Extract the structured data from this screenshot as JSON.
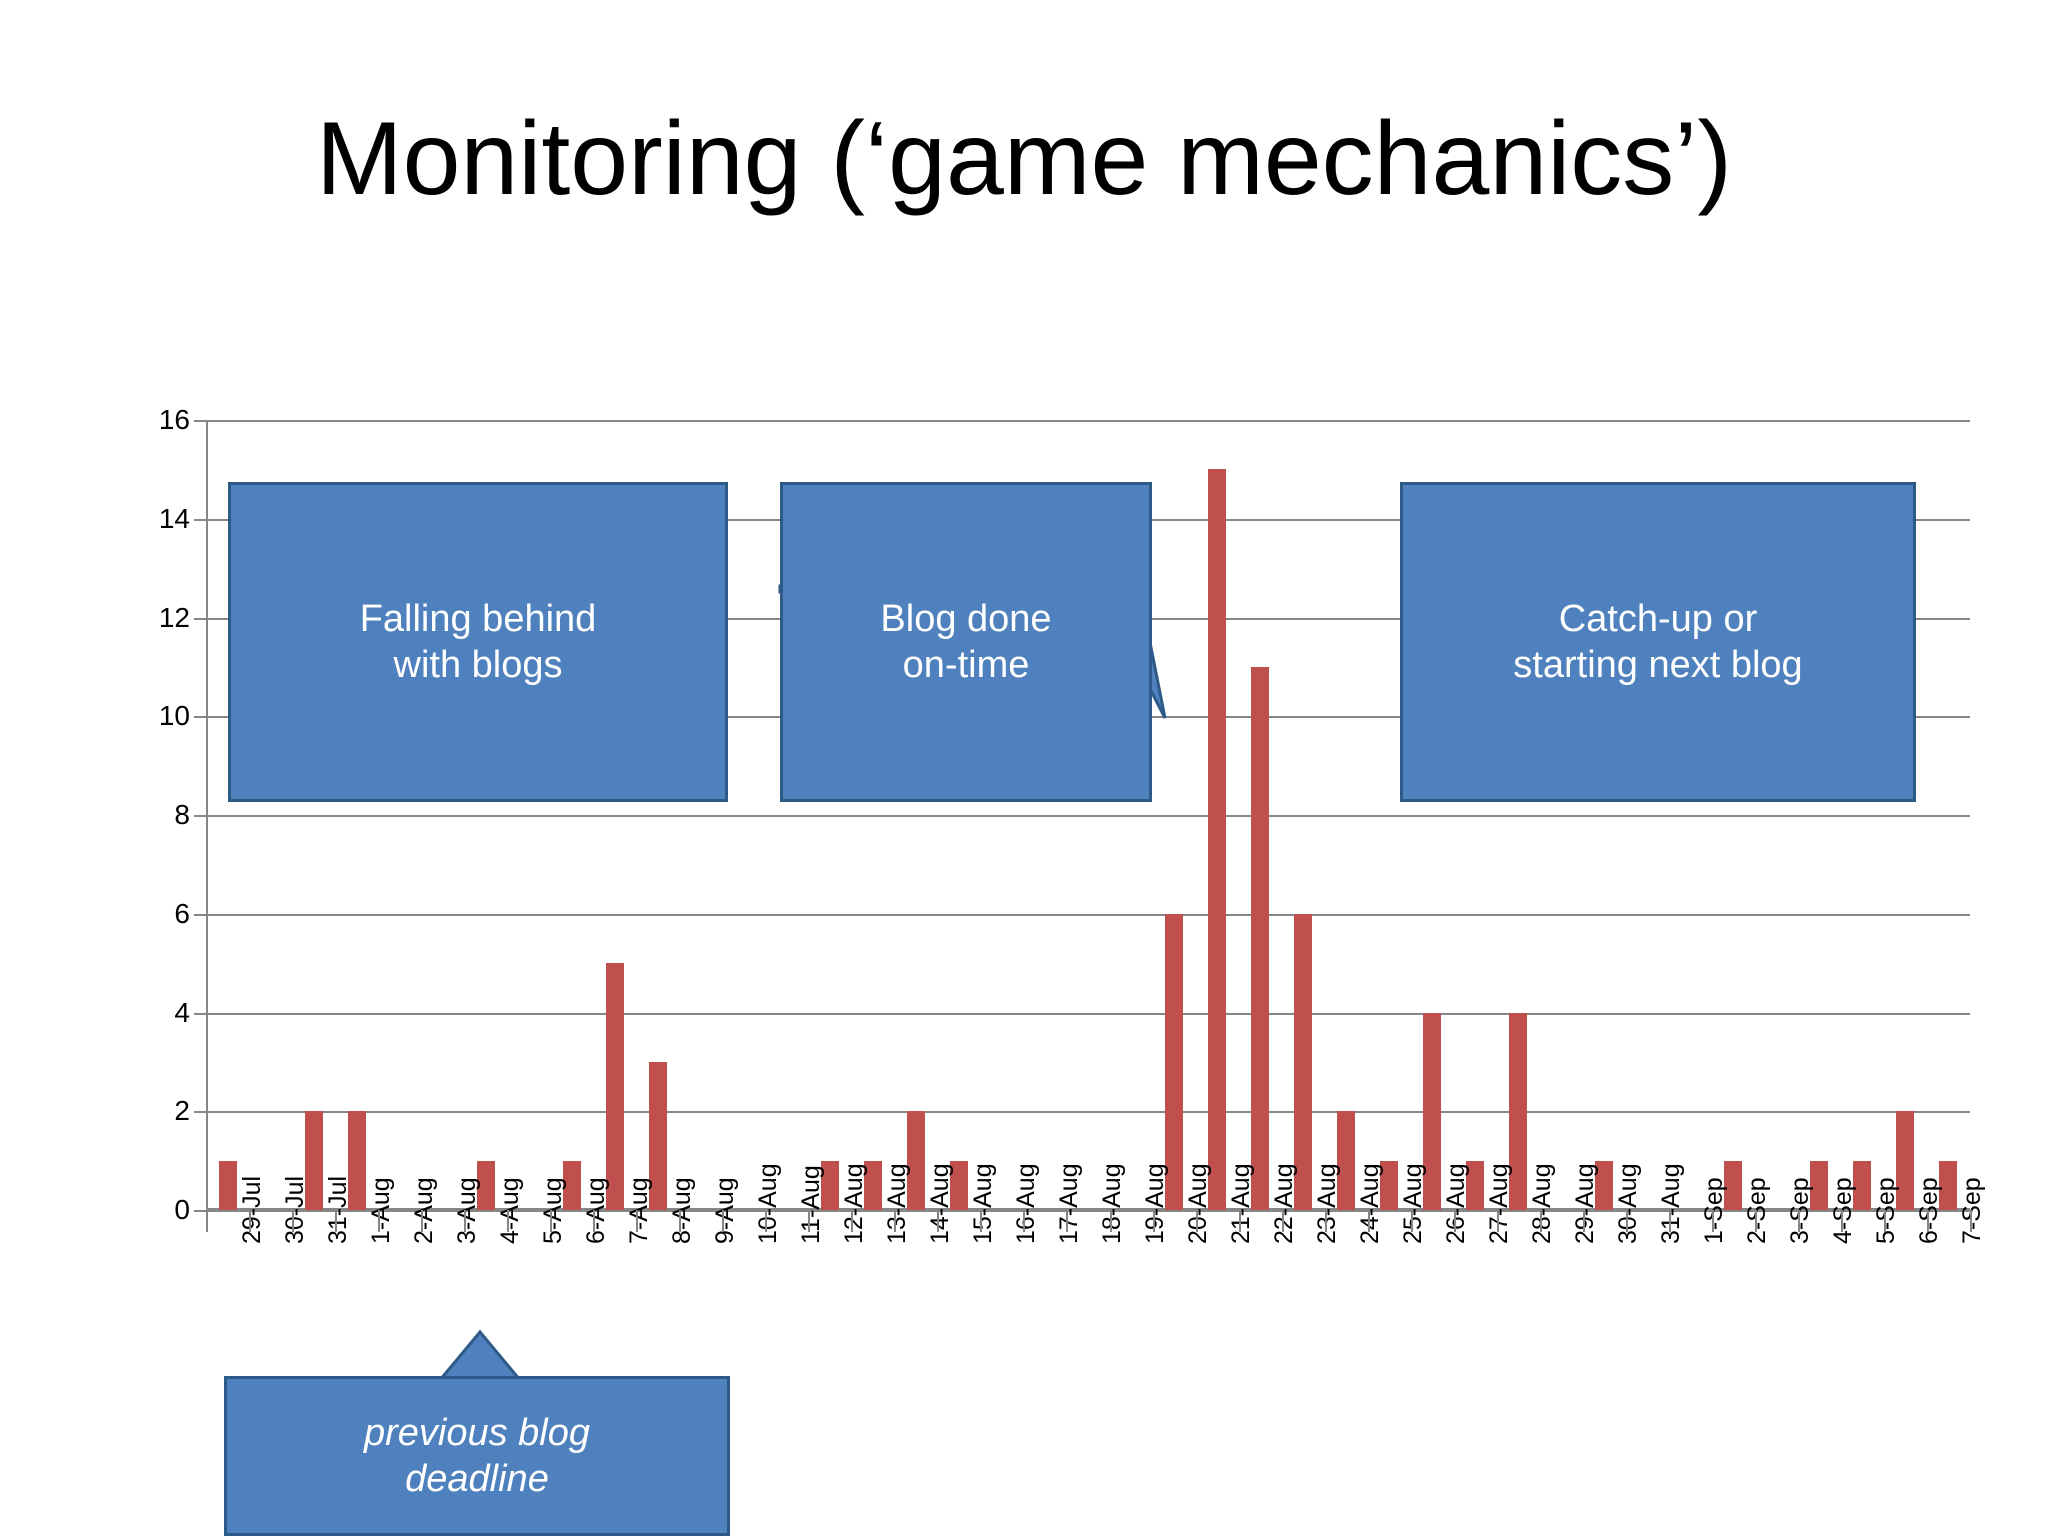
{
  "slide": {
    "title": "Monitoring (‘game mechanics’)"
  },
  "colors": {
    "bar": "#C0504D",
    "callout_fill": "#4E81BD",
    "callout_border": "#2E5A87",
    "gridline": "#868686",
    "text": "#000000",
    "callout_text": "#FFFFFF",
    "background": "#FFFFFF"
  },
  "callouts": [
    {
      "id": "falling-behind",
      "text": "Falling behind\nwith blogs",
      "line1": "Falling behind",
      "line2": "with blogs",
      "italic": false,
      "points_to": "7-Aug"
    },
    {
      "id": "blog-done-on-time",
      "text": "Blog done\non-time",
      "line1": "Blog done",
      "line2": "on-time",
      "italic": false,
      "points_to": "20-Aug"
    },
    {
      "id": "catch-up",
      "text": "Catch-up or\nstarting next blog",
      "line1": "Catch-up or",
      "line2": "starting next blog",
      "italic": false,
      "points_to": "30-Aug"
    },
    {
      "id": "previous-blog-deadline",
      "text": "previous blog\ndeadline",
      "line1": "previous blog",
      "line2": "deadline",
      "italic": true,
      "points_to": "7-Aug"
    }
  ],
  "chart_data": {
    "type": "bar",
    "title": "Monitoring (‘game mechanics’)",
    "xlabel": "",
    "ylabel": "",
    "ylim": [
      0,
      16
    ],
    "ytick_values": [
      0,
      2,
      4,
      6,
      8,
      10,
      12,
      14,
      16
    ],
    "ytick_labels": [
      "0",
      "2",
      "4",
      "6",
      "8",
      "10",
      "12",
      "14",
      "16"
    ],
    "grid": true,
    "legend": "none",
    "bar_color": "#C0504D",
    "categories": [
      "29-Jul",
      "30-Jul",
      "31-Jul",
      "1-Aug",
      "2-Aug",
      "3-Aug",
      "4-Aug",
      "5-Aug",
      "6-Aug",
      "7-Aug",
      "8-Aug",
      "9-Aug",
      "10-Aug",
      "11-Aug",
      "12-Aug",
      "13-Aug",
      "14-Aug",
      "15-Aug",
      "16-Aug",
      "17-Aug",
      "18-Aug",
      "19-Aug",
      "20-Aug",
      "21-Aug",
      "22-Aug",
      "23-Aug",
      "24-Aug",
      "25-Aug",
      "26-Aug",
      "27-Aug",
      "28-Aug",
      "29-Aug",
      "30-Aug",
      "31-Aug",
      "1-Sep",
      "2-Sep",
      "3-Sep",
      "4-Sep",
      "5-Sep",
      "6-Sep",
      "7-Sep"
    ],
    "values": [
      1,
      0,
      2,
      2,
      0,
      0,
      1,
      0,
      1,
      5,
      3,
      0,
      0,
      0,
      1,
      1,
      2,
      1,
      0,
      0,
      0,
      0,
      6,
      15,
      11,
      6,
      2,
      1,
      4,
      1,
      4,
      0,
      1,
      0,
      0,
      1,
      0,
      1,
      1,
      2,
      1
    ],
    "annotations": [
      {
        "label": "Falling behind with blogs",
        "target_category": "7-Aug"
      },
      {
        "label": "Blog done on-time",
        "target_category": "20-Aug"
      },
      {
        "label": "Catch-up or starting next blog",
        "target_category": "30-Aug"
      },
      {
        "label": "previous blog deadline",
        "target_category": "7-Aug"
      }
    ]
  }
}
